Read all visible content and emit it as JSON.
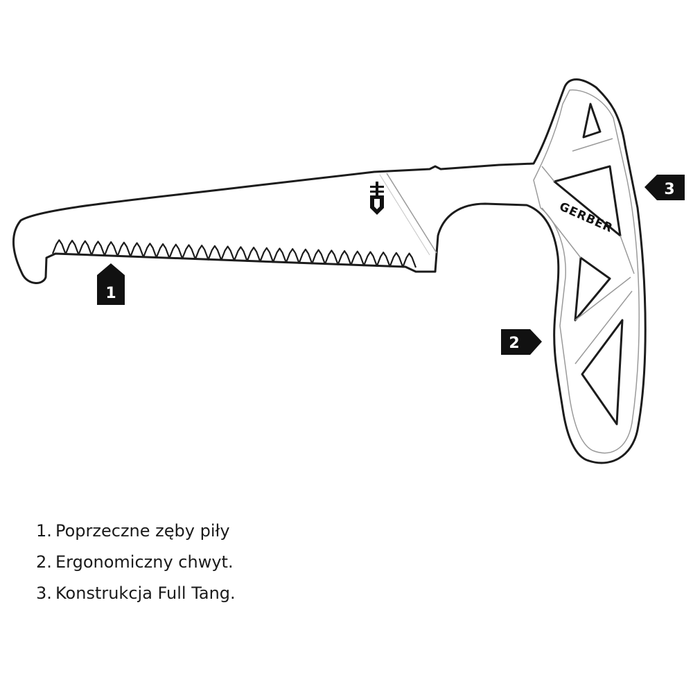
{
  "diagram": {
    "brand": "GERBER",
    "callouts": [
      {
        "number": "1"
      },
      {
        "number": "2"
      },
      {
        "number": "3"
      }
    ]
  },
  "legend": {
    "items": [
      {
        "number": "1.",
        "text": "Poprzeczne zęby piły"
      },
      {
        "number": "2.",
        "text": "Ergonomiczny chwyt."
      },
      {
        "number": "3.",
        "text": "Konstrukcja Full Tang."
      }
    ]
  }
}
